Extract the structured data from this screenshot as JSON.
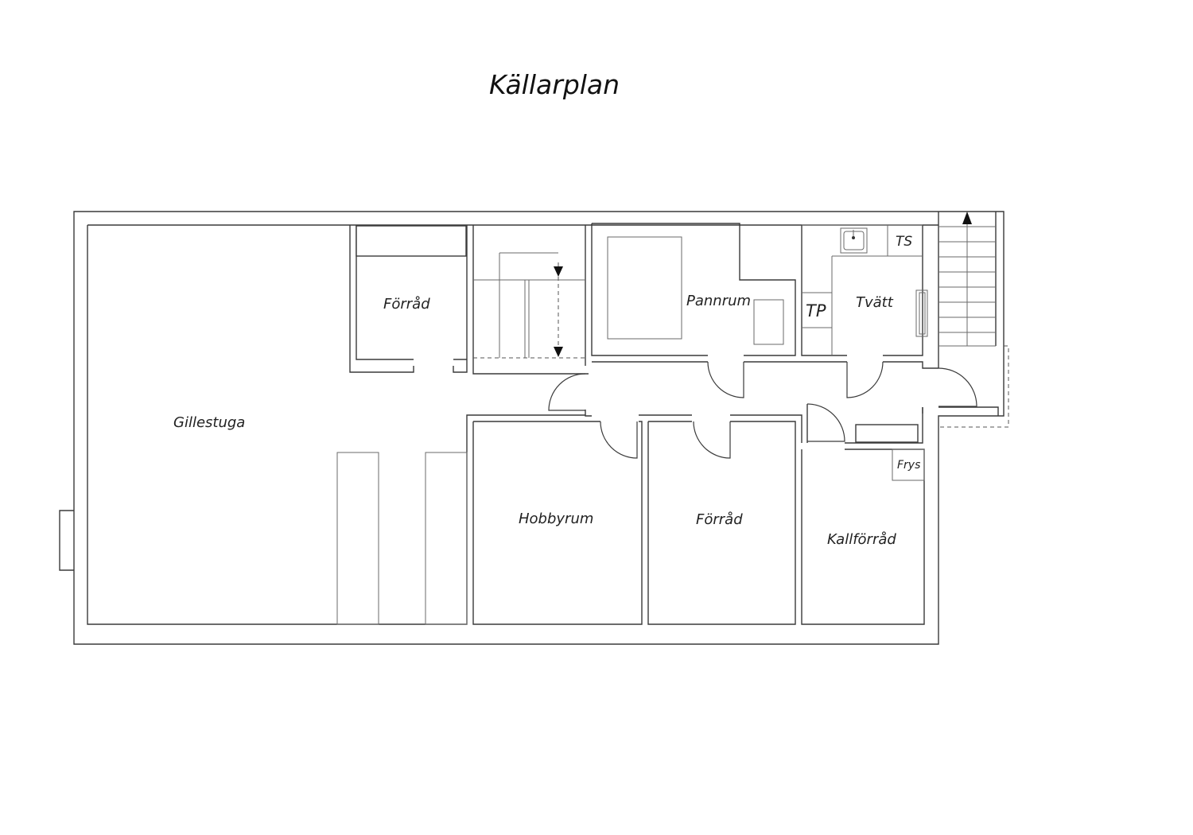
{
  "plan": {
    "title": "Källarplan",
    "rooms": {
      "gillestuga": "Gillestuga",
      "forrad_top": "Förråd",
      "pannrum": "Pannrum",
      "tp": "TP",
      "tvatt": "Tvätt",
      "ts": "TS",
      "frys": "Frys",
      "hobbyrum": "Hobbyrum",
      "forrad_bottom": "Förråd",
      "kallforrad": "Kallförråd"
    },
    "colors": {
      "wall": "#3a3a3a",
      "background": "#ffffff"
    }
  }
}
